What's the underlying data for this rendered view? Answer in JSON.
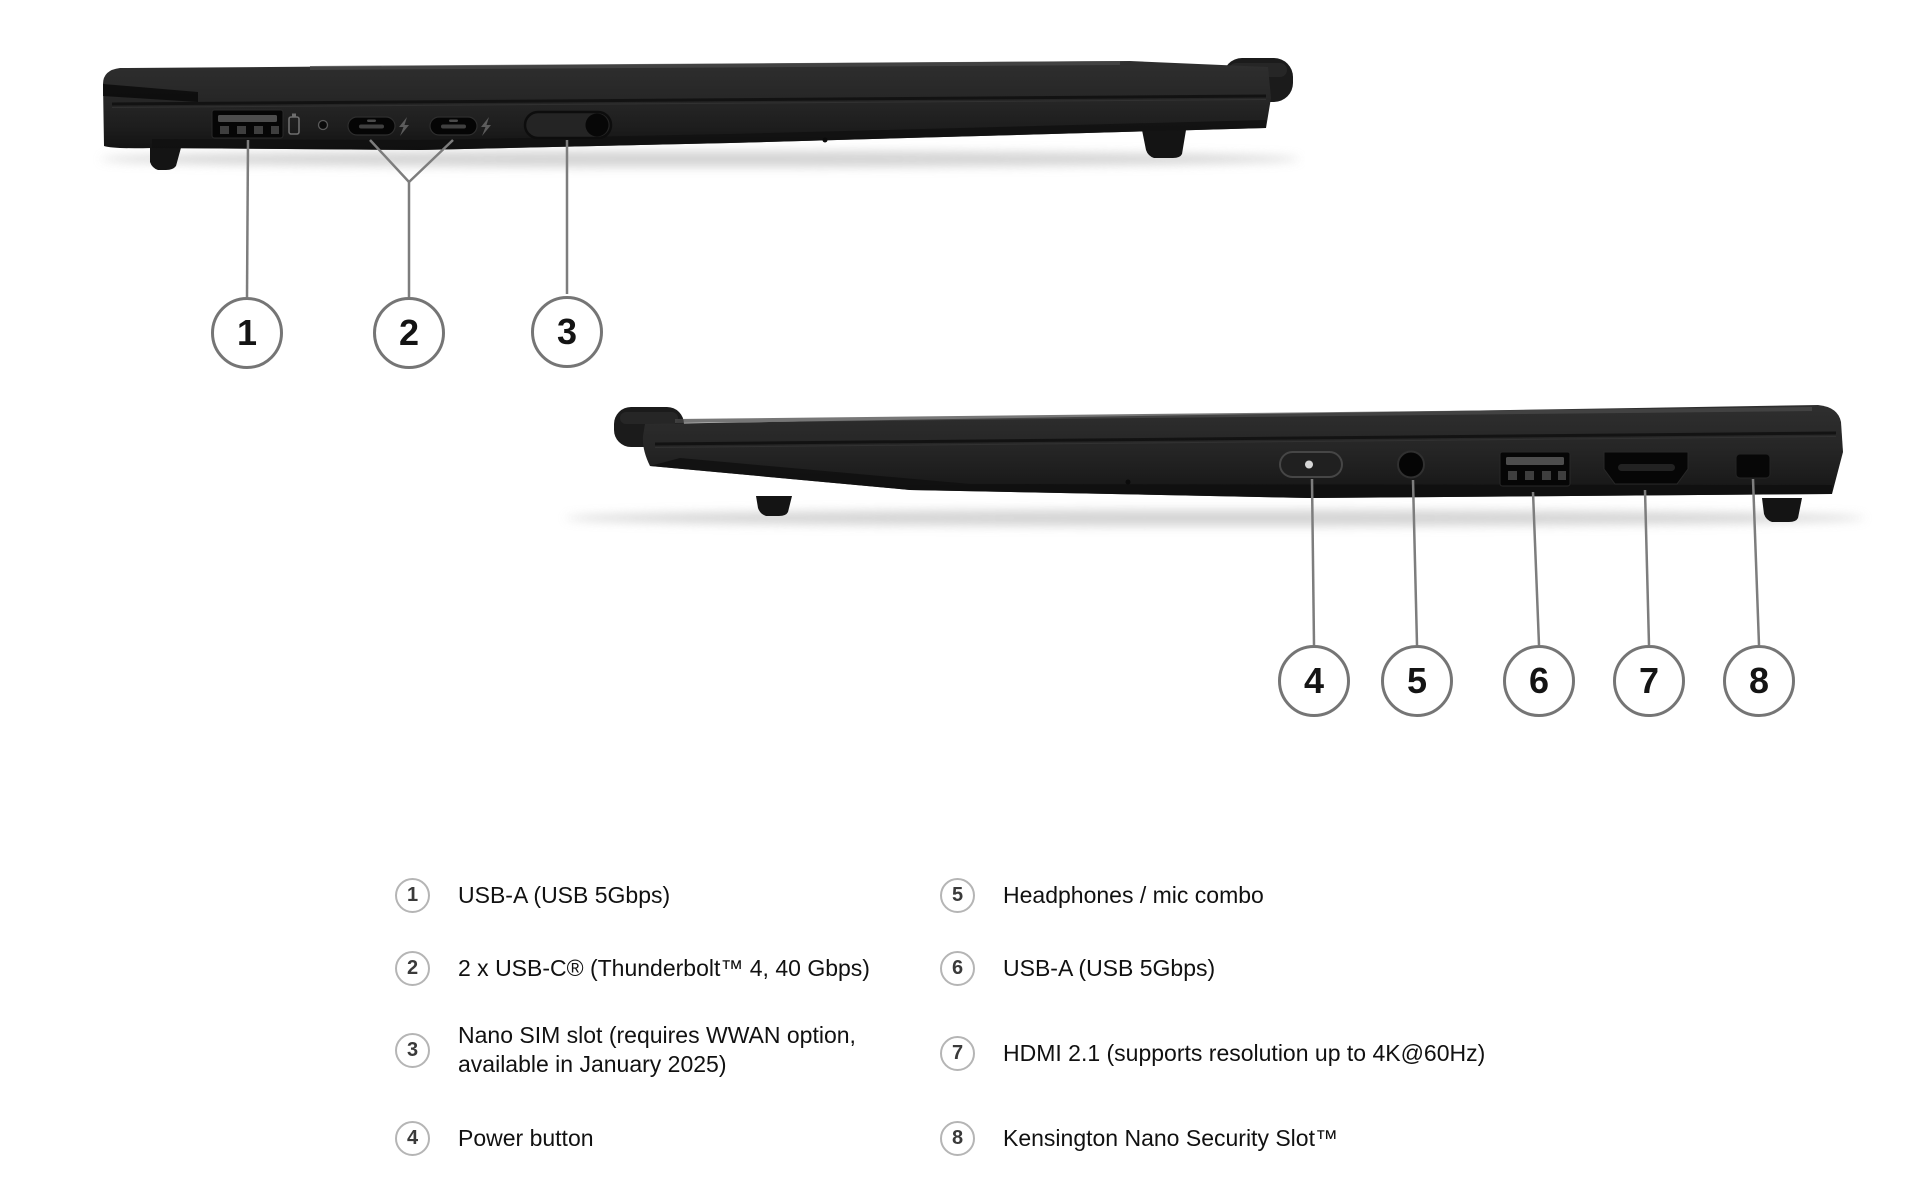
{
  "figure": {
    "type": "product-port-diagram",
    "subject": "laptop side views with numbered port callouts",
    "views": [
      {
        "name": "left-side-view",
        "ports": [
          "usb-a-port",
          "battery-status-icon",
          "emergency-reset-hole",
          "usb-c-thunderbolt-port",
          "usb-c-thunderbolt-port",
          "nano-sim-slot"
        ],
        "callout_numbers": [
          "1",
          "2",
          "3"
        ]
      },
      {
        "name": "right-side-view",
        "ports": [
          "power-button",
          "headphone-jack",
          "usb-a-port",
          "hdmi-port",
          "kensington-security-slot"
        ],
        "callout_numbers": [
          "4",
          "5",
          "6",
          "7",
          "8"
        ]
      }
    ]
  },
  "legend": {
    "items": [
      {
        "number": "1",
        "label": "USB-A (USB 5Gbps)"
      },
      {
        "number": "2",
        "label": "2 x USB-C® (Thunderbolt™ 4, 40 Gbps)"
      },
      {
        "number": "3",
        "label": "Nano SIM slot (requires WWAN option, available in January 2025)"
      },
      {
        "number": "4",
        "label": "Power button"
      },
      {
        "number": "5",
        "label": "Headphones / mic combo"
      },
      {
        "number": "6",
        "label": "USB-A (USB 5Gbps)"
      },
      {
        "number": "7",
        "label": "HDMI 2.1 (supports resolution up to 4K@60Hz)"
      },
      {
        "number": "8",
        "label": "Kensington Nano Security Slot™"
      }
    ]
  },
  "colors": {
    "background": "#ffffff",
    "laptop_body": "#222222",
    "port_fill": "#060606",
    "callout_border": "#757575",
    "callout_line": "#7d7d7d",
    "legend_circle_border": "#b5b5b5",
    "text": "#111111"
  }
}
